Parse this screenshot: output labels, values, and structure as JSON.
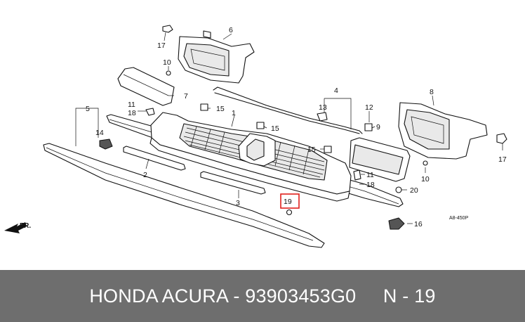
{
  "diagram": {
    "diagram_code": "A8-450P",
    "direction_label": "FR.",
    "highlight_color": "#e0201c",
    "callouts": [
      {
        "id": "c6",
        "label": "6"
      },
      {
        "id": "c17a",
        "label": "17"
      },
      {
        "id": "c10a",
        "label": "10"
      },
      {
        "id": "c7",
        "label": "7"
      },
      {
        "id": "c11a",
        "label": "11"
      },
      {
        "id": "c18a",
        "label": "18"
      },
      {
        "id": "c5",
        "label": "5"
      },
      {
        "id": "c14",
        "label": "14"
      },
      {
        "id": "c15a",
        "label": "15"
      },
      {
        "id": "c1",
        "label": "1"
      },
      {
        "id": "c15b",
        "label": "15"
      },
      {
        "id": "c4",
        "label": "4"
      },
      {
        "id": "c13",
        "label": "13"
      },
      {
        "id": "c12",
        "label": "12"
      },
      {
        "id": "c9",
        "label": "9"
      },
      {
        "id": "c8",
        "label": "8"
      },
      {
        "id": "c17b",
        "label": "17"
      },
      {
        "id": "c15c",
        "label": "15"
      },
      {
        "id": "c2",
        "label": "2"
      },
      {
        "id": "c11b",
        "label": "11"
      },
      {
        "id": "c18b",
        "label": "18"
      },
      {
        "id": "c10b",
        "label": "10"
      },
      {
        "id": "c20",
        "label": "20"
      },
      {
        "id": "c3",
        "label": "3"
      },
      {
        "id": "c19",
        "label": "19"
      },
      {
        "id": "c16",
        "label": "16"
      }
    ],
    "highlighted_callout": "19"
  },
  "footer": {
    "brand": "HONDA ACURA",
    "separator": " - ",
    "part_number": "93903453G0",
    "gap": "     ",
    "position_label": "N - 19",
    "background": "#6e6e6e"
  }
}
